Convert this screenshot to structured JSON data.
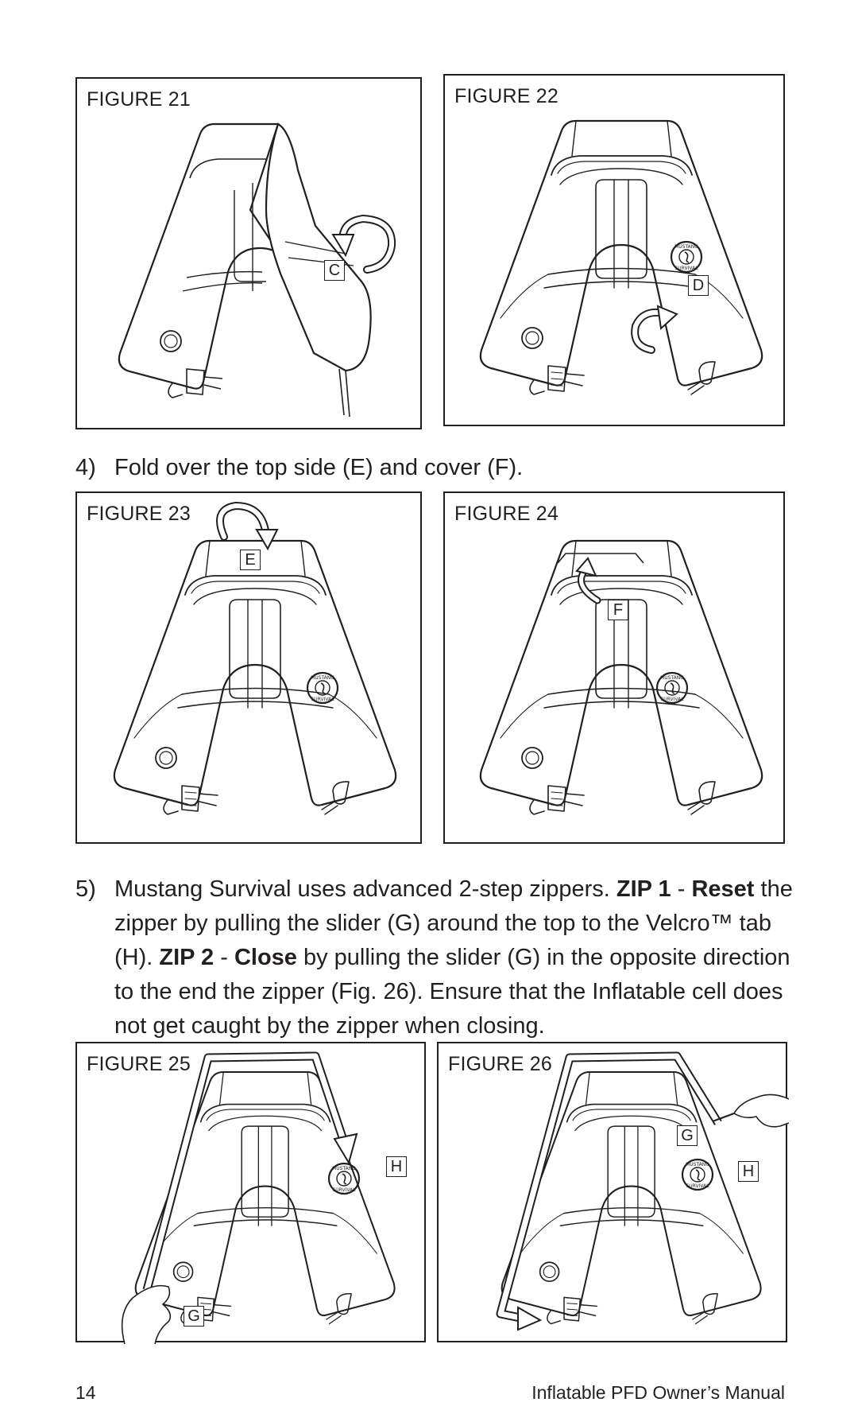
{
  "figures": {
    "f21": {
      "label": "FIGURE 21",
      "letters": [
        "C"
      ]
    },
    "f22": {
      "label": "FIGURE 22",
      "letters": [
        "D"
      ]
    },
    "f23": {
      "label": "FIGURE 23",
      "letters": [
        "E"
      ]
    },
    "f24": {
      "label": "FIGURE 24",
      "letters": [
        "F"
      ]
    },
    "f25": {
      "label": "FIGURE 25",
      "letters": [
        "H",
        "G"
      ]
    },
    "f26": {
      "label": "FIGURE 26",
      "letters": [
        "G",
        "H"
      ]
    }
  },
  "step4": {
    "number": "4)",
    "text": "Fold over the top side (E) and cover (F)."
  },
  "step5": {
    "number": "5)",
    "t1": "Mustang Survival uses advanced 2-step zippers. ",
    "zip1": "ZIP 1",
    "dash1": " - ",
    "reset": "Reset",
    "t2": " the zipper by pulling the slider (G) around the top to the Velcro™ tab (H). ",
    "zip2": "ZIP 2",
    "dash2": " - ",
    "close": "Close",
    "t3": " by pulling the slider (G) in the opposite direction to the end the zipper (Fig. 26). Ensure that the Inflatable cell does not get caught by the zipper when closing."
  },
  "footer": {
    "page_number": "14",
    "manual_title": "Inflatable PFD Owner’s Manual"
  }
}
